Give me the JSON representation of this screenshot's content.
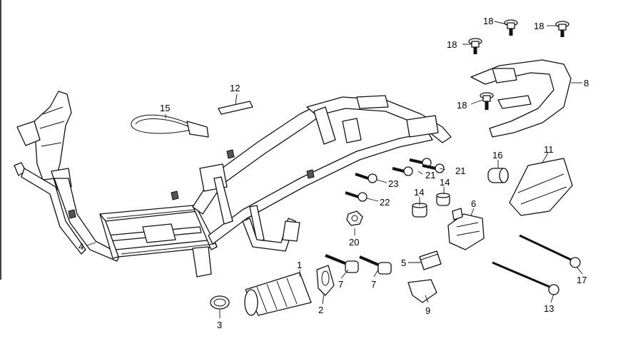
{
  "labels": {
    "l1": "1",
    "l2": "2",
    "l3": "3",
    "l4": "4",
    "l5": "5",
    "l6": "6",
    "l7a": "7",
    "l7b": "7",
    "l8": "8",
    "l9": "9",
    "l11": "11",
    "l12": "12",
    "l13": "13",
    "l14a": "14",
    "l14b": "14",
    "l15": "15",
    "l16": "16",
    "l17": "17",
    "l18a": "18",
    "l18b": "18",
    "l18c": "18",
    "l18d": "18",
    "l20": "20",
    "l21a": "21",
    "l21b": "21",
    "l22": "22",
    "l23": "23"
  }
}
